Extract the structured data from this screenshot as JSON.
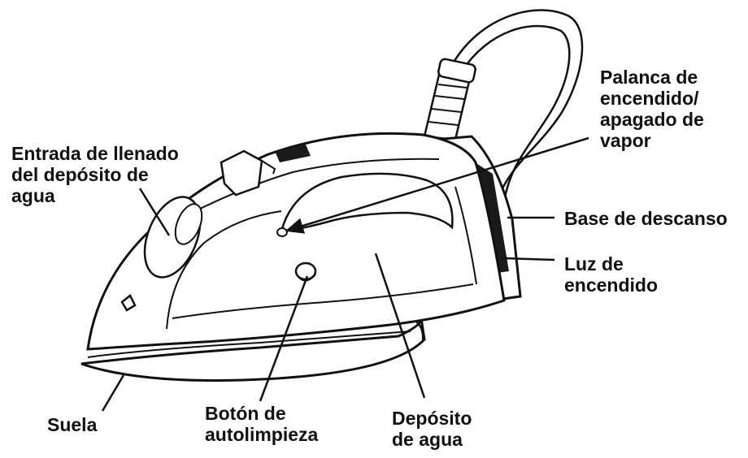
{
  "labels": {
    "fill_inlet": [
      "Entrada de llenado",
      "del depósito de",
      "agua"
    ],
    "steam_lever": [
      "Palanca de",
      "encendido/",
      "apagado de",
      "vapor"
    ],
    "rest_base": [
      "Base de descanso"
    ],
    "power_light": [
      "Luz de",
      "encendido"
    ],
    "soleplate": [
      "Suela"
    ],
    "self_clean_button": [
      "Botón de",
      "autolimpieza"
    ],
    "water_tank": [
      "Depósito",
      "de agua"
    ]
  },
  "colors": {
    "ink": "#111111",
    "background": "#ffffff",
    "body_fill": "#ffffff"
  }
}
